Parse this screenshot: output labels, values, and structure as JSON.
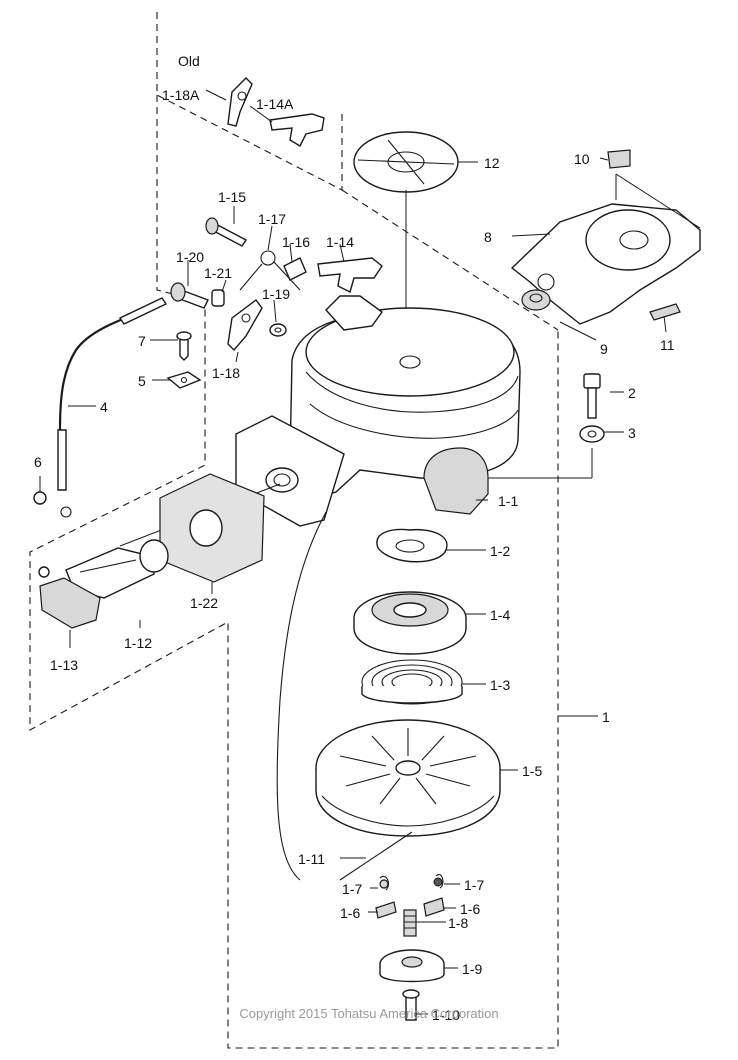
{
  "header": {
    "old_label": "Old"
  },
  "labels": {
    "p1_18A": "1-18A",
    "p1_14A": "1-14A",
    "p12": "12",
    "p10": "10",
    "p1_15": "1-15",
    "p1_17": "1-17",
    "p1_16": "1-16",
    "p1_14": "1-14",
    "p8": "8",
    "p1_20": "1-20",
    "p1_21": "1-21",
    "p1_19": "1-19",
    "p7": "7",
    "p1_18": "1-18",
    "p9": "9",
    "p11": "11",
    "p5": "5",
    "p2": "2",
    "p4": "4",
    "p3": "3",
    "p6": "6",
    "p1_1": "1-1",
    "p1_2": "1-2",
    "p1_22": "1-22",
    "p1_4": "1-4",
    "p1_12": "1-12",
    "p1_13": "1-13",
    "p1_3": "1-3",
    "p1": "1",
    "p1_5": "1-5",
    "p1_11": "1-11",
    "p1_7a": "1-7",
    "p1_7b": "1-7",
    "p1_6a": "1-6",
    "p1_6b": "1-6",
    "p1_8": "1-8",
    "p1_9": "1-9",
    "p1_10": "1-10"
  },
  "footer": {
    "copyright": "Copyright 2015 Tohatsu America Corporation"
  }
}
